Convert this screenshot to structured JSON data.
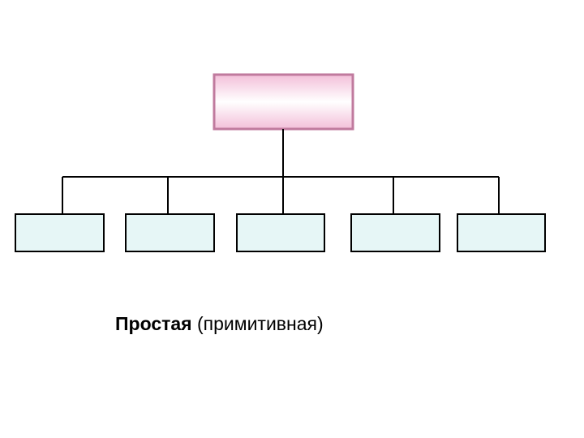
{
  "caption": {
    "bold": "Простая",
    "rest": " (примитивная)"
  },
  "colors": {
    "top_fill_edge": "#f7cfe3",
    "top_fill_center": "#ffffff",
    "top_border": "#c07a9e",
    "child_fill": "#e6f6f6",
    "child_border": "#000000",
    "connector": "#000000"
  },
  "diagram": {
    "top_node_count": 1,
    "child_node_count": 5
  }
}
